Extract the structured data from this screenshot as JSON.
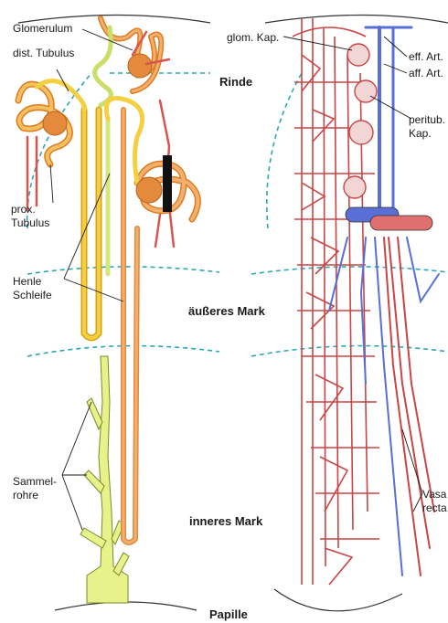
{
  "labels": {
    "glomerulum": "Glomerulum",
    "dist_tubulus": "dist. Tubulus",
    "prox_tubulus_1": "prox.",
    "prox_tubulus_2": "Tubulus",
    "henle_1": "Henle",
    "henle_2": "Schleife",
    "sammel_1": "Sammel-",
    "sammel_2": "rohre",
    "glom_kap": "glom. Kap.",
    "eff_art": "eff. Art.",
    "aff_art": "aff. Art.",
    "peritub_1": "peritub.",
    "peritub_2": "Kap.",
    "vasa_1": "Vasa",
    "vasa_2": "recta"
  },
  "zones": {
    "rinde": "Rinde",
    "aeusseres_mark": "äußeres Mark",
    "inneres_mark": "inneres Mark",
    "papille": "Papille"
  },
  "colors": {
    "tubule_orange": "#f0a050",
    "tubule_dark": "#e07a1e",
    "tubule_yellow": "#f2c21a",
    "pale_green": "#d9ec8c",
    "collecting_duct": "#e8f28a",
    "artery_red": "#d9534f",
    "vein_blue": "#5a6fd6",
    "capillary_red": "#c94545",
    "zone_line": "#2aa8b4",
    "outline": "#333333"
  }
}
